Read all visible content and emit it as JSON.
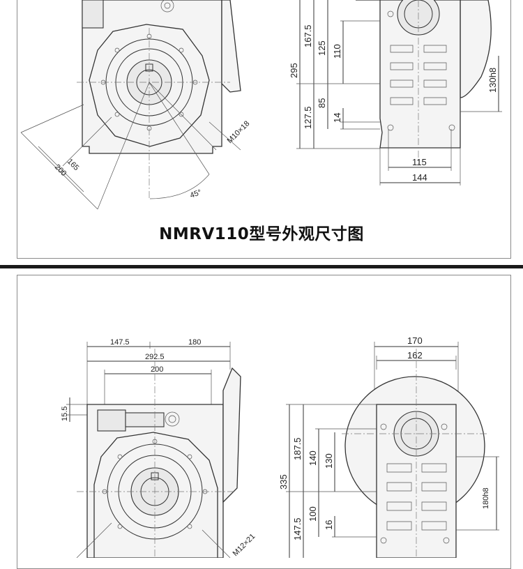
{
  "caption": "NMRV110型号外观尺寸图",
  "top_drawing": {
    "side_view_dims": {
      "d165": "165",
      "d200": "200",
      "angle": "45°",
      "thread": "M10×18"
    },
    "front_view_dims": {
      "v295": "295",
      "v167_5": "167.5",
      "v125": "125",
      "v110": "110",
      "v85": "85",
      "v127_5": "127.5",
      "v14": "14",
      "v130h8": "130h8",
      "h115": "115",
      "h144": "144"
    }
  },
  "bottom_drawing": {
    "side_view_dims": {
      "h147_5": "147.5",
      "h180": "180",
      "h292_5": "292.5",
      "h200": "200",
      "v15_5": "15.5",
      "thread": "M12×21"
    },
    "front_view_dims": {
      "h170": "170",
      "h162": "162",
      "v335": "335",
      "v187_5": "187.5",
      "v140": "140",
      "v130": "130",
      "v147_5": "147.5",
      "v100": "100",
      "v16": "16",
      "v180h8": "180h8"
    }
  }
}
